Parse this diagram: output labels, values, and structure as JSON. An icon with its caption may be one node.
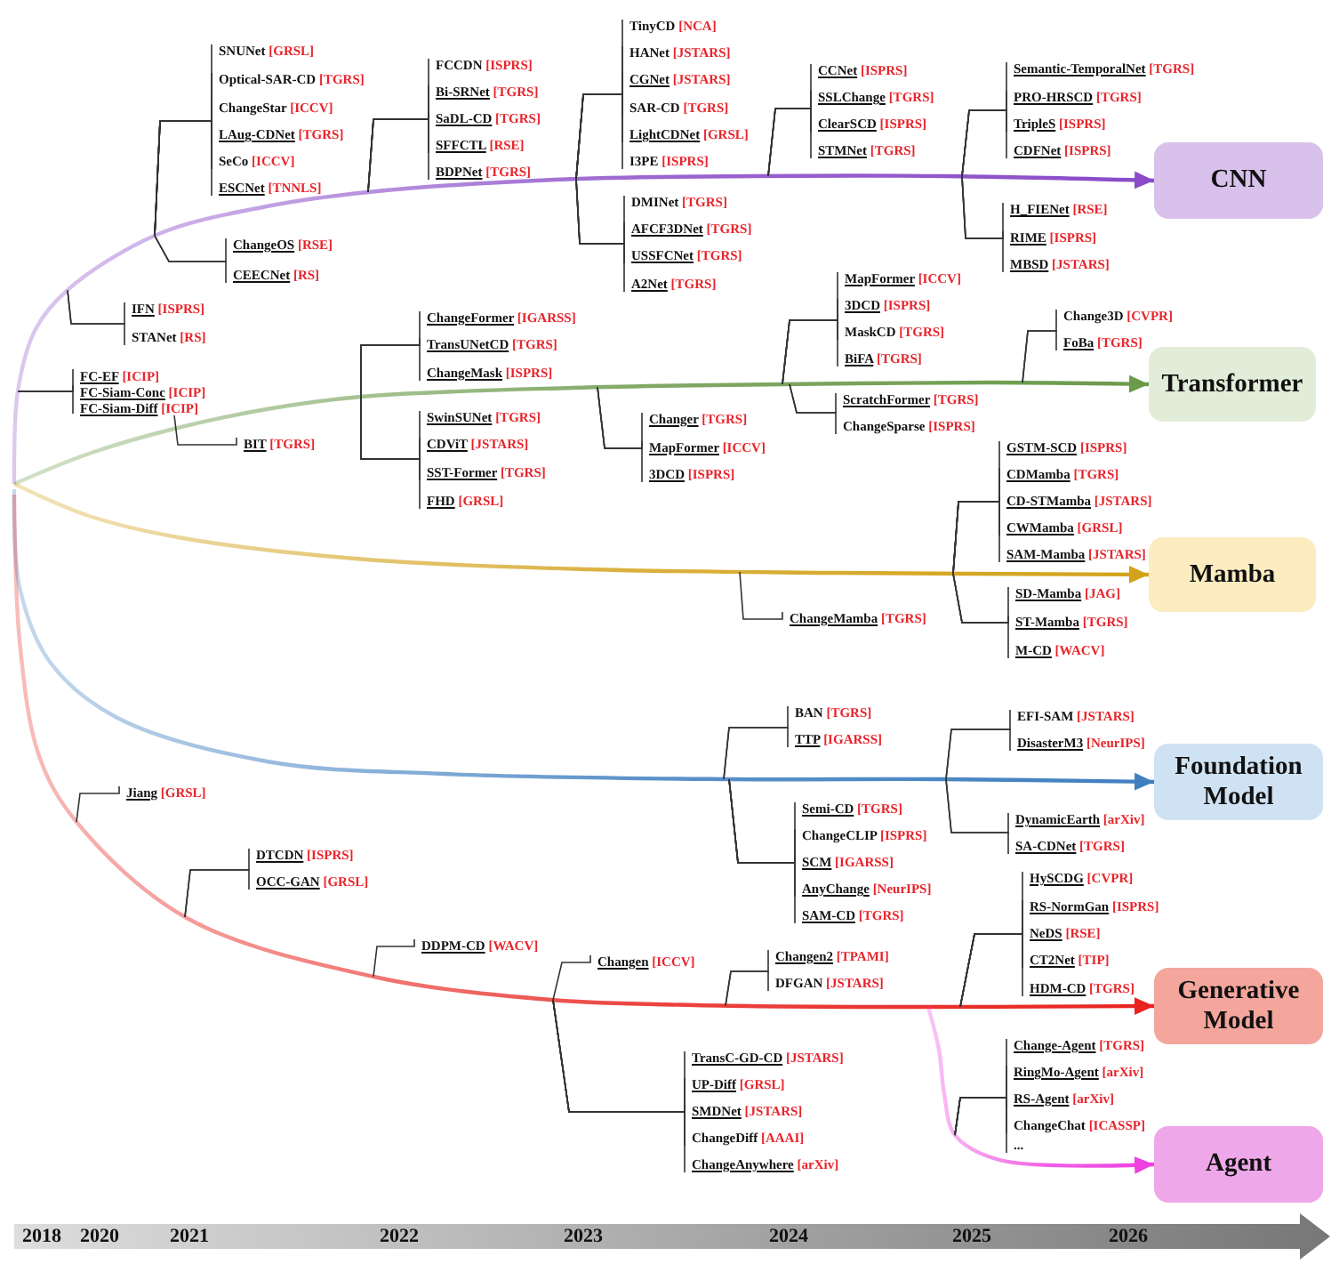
{
  "diagram": {
    "nodes": [
      {
        "text": [
          "CNN"
        ]
      },
      {
        "text": [
          "Transformer"
        ]
      },
      {
        "text": [
          "Mamba"
        ]
      },
      {
        "text": [
          "Foundation Model"
        ]
      },
      {
        "text": [
          "Generative Model"
        ]
      },
      {
        "text": [
          "Agent"
        ]
      },
      {
        "text": [
          "SNUNet",
          "[GRSL]"
        ]
      },
      {
        "text": [
          "Optical-SAR-CD",
          "[TGRS]"
        ]
      },
      {
        "text": [
          "ChangeStar",
          "[ICCV]"
        ]
      },
      {
        "text": [
          "LAug-CDNet",
          "[TGRS]"
        ]
      },
      {
        "text": [
          "SeCo",
          "[ICCV]"
        ]
      },
      {
        "text": [
          "ESCNet",
          "[TNNLS]"
        ]
      },
      {
        "text": [
          "ChangeOS",
          "[RSE]"
        ]
      },
      {
        "text": [
          "CEECNet",
          "[RS]"
        ]
      },
      {
        "text": [
          "IFN",
          "[ISPRS]"
        ]
      },
      {
        "text": [
          "STANet",
          "[RS]"
        ]
      },
      {
        "text": [
          "FC-EF",
          "[ICIP]"
        ]
      },
      {
        "text": [
          "FC-Siam-Conc",
          "[ICIP]"
        ]
      },
      {
        "text": [
          "FC-Siam-Diff",
          "[ICIP]"
        ]
      },
      {
        "text": [
          "BIT",
          "[TGRS]"
        ]
      },
      {
        "text": [
          "FCCDN",
          "[ISPRS]"
        ]
      },
      {
        "text": [
          "Bi-SRNet",
          "[TGRS]"
        ]
      },
      {
        "text": [
          "SaDL-CD",
          "[TGRS]"
        ]
      },
      {
        "text": [
          "SFFCTL",
          "[RSE]"
        ]
      },
      {
        "text": [
          "BDPNet",
          "[TGRS]"
        ]
      },
      {
        "text": [
          "ChangeFormer",
          "[IGARSS]"
        ]
      },
      {
        "text": [
          "TransUNetCD",
          "[TGRS]"
        ]
      },
      {
        "text": [
          "ChangeMask",
          "[ISPRS]"
        ]
      },
      {
        "text": [
          "SwinSUNet",
          "[TGRS]"
        ]
      },
      {
        "text": [
          "CDViT",
          "[JSTARS]"
        ]
      },
      {
        "text": [
          "SST-Former",
          "[TGRS]"
        ]
      },
      {
        "text": [
          "FHD",
          "[GRSL]"
        ]
      },
      {
        "text": [
          "TinyCD",
          "[NCA]"
        ]
      },
      {
        "text": [
          "HANet",
          "[JSTARS]"
        ]
      },
      {
        "text": [
          "CGNet",
          "[JSTARS]"
        ]
      },
      {
        "text": [
          "SAR-CD",
          "[TGRS]"
        ]
      },
      {
        "text": [
          "LightCDNet",
          "[GRSL]"
        ]
      },
      {
        "text": [
          "I3PE",
          "[ISPRS]"
        ]
      },
      {
        "text": [
          "DMINet",
          "[TGRS]"
        ]
      },
      {
        "text": [
          "AFCF3DNet",
          "[TGRS]"
        ]
      },
      {
        "text": [
          "USSFCNet",
          "[TGRS]"
        ]
      },
      {
        "text": [
          "A2Net",
          "[TGRS]"
        ]
      },
      {
        "text": [
          "Changer",
          "[TGRS]"
        ]
      },
      {
        "text": [
          "MapFormer",
          "[ICCV]"
        ]
      },
      {
        "text": [
          "3DCD",
          "[ISPRS]"
        ]
      },
      {
        "text": [
          "CCNet",
          "[ISPRS]"
        ]
      },
      {
        "text": [
          "SSLChange",
          "[TGRS]"
        ]
      },
      {
        "text": [
          "ClearSCD",
          "[ISPRS]"
        ]
      },
      {
        "text": [
          "STMNet",
          "[TGRS]"
        ]
      },
      {
        "text": [
          "MapFormer",
          "[ICCV]"
        ]
      },
      {
        "text": [
          "3DCD",
          "[ISPRS]"
        ]
      },
      {
        "text": [
          "MaskCD",
          "[TGRS]"
        ]
      },
      {
        "text": [
          "BiFA",
          "[TGRS]"
        ]
      },
      {
        "text": [
          "ScratchFormer",
          "[TGRS]"
        ]
      },
      {
        "text": [
          "ChangeSparse",
          "[ISPRS]"
        ]
      },
      {
        "text": [
          "Semantic-TemporalNet",
          "[TGRS]"
        ]
      },
      {
        "text": [
          "PRO-HRSCD",
          "[TGRS]"
        ]
      },
      {
        "text": [
          "TripleS",
          "[ISPRS]"
        ]
      },
      {
        "text": [
          "CDFNet",
          "[ISPRS]"
        ]
      },
      {
        "text": [
          "H_FIENet",
          "[RSE]"
        ]
      },
      {
        "text": [
          "RIME",
          "[ISPRS]"
        ]
      },
      {
        "text": [
          "MBSD",
          "[JSTARS]"
        ]
      },
      {
        "text": [
          "Change3D",
          "[CVPR]"
        ]
      },
      {
        "text": [
          "FoBa",
          "[TGRS]"
        ]
      },
      {
        "text": [
          "ChangeMamba",
          "[TGRS]"
        ]
      },
      {
        "text": [
          "GSTM-SCD",
          "[ISPRS]"
        ]
      },
      {
        "text": [
          "CDMamba",
          "[TGRS]"
        ]
      },
      {
        "text": [
          "CD-STMamba",
          "[JSTARS]"
        ]
      },
      {
        "text": [
          "CWMamba",
          "[GRSL]"
        ]
      },
      {
        "text": [
          "SAM-Mamba",
          "[JSTARS]"
        ]
      },
      {
        "text": [
          "SD-Mamba",
          "[JAG]"
        ]
      },
      {
        "text": [
          "ST-Mamba",
          "[TGRS]"
        ]
      },
      {
        "text": [
          "M-CD",
          "[WACV]"
        ]
      },
      {
        "text": [
          "BAN",
          "[TGRS]"
        ]
      },
      {
        "text": [
          "TTP",
          "[IGARSS]"
        ]
      },
      {
        "text": [
          "Semi-CD",
          "[TGRS]"
        ]
      },
      {
        "text": [
          "ChangeCLIP",
          "[ISPRS]"
        ]
      },
      {
        "text": [
          "SCM",
          "[IGARSS]"
        ]
      },
      {
        "text": [
          "AnyChange",
          "[NeurIPS]"
        ]
      },
      {
        "text": [
          "SAM-CD",
          "[TGRS]"
        ]
      },
      {
        "text": [
          "EFI-SAM",
          "[JSTARS]"
        ]
      },
      {
        "text": [
          "DisasterM3",
          "[NeurIPS]"
        ]
      },
      {
        "text": [
          "DynamicEarth",
          "[arXiv]"
        ]
      },
      {
        "text": [
          "SA-CDNet",
          "[TGRS]"
        ]
      },
      {
        "text": [
          "Jiang",
          "[GRSL]"
        ]
      },
      {
        "text": [
          "DTCDN",
          "[ISPRS]"
        ]
      },
      {
        "text": [
          "OCC-GAN",
          "[GRSL]"
        ]
      },
      {
        "text": [
          "DDPM-CD",
          "[WACV]"
        ]
      },
      {
        "text": [
          "Changen",
          "[ICCV]"
        ]
      },
      {
        "text": [
          "TransC-GD-CD",
          "[JSTARS]"
        ]
      },
      {
        "text": [
          "UP-Diff",
          "[GRSL]"
        ]
      },
      {
        "text": [
          "SMDNet",
          "[JSTARS]"
        ]
      },
      {
        "text": [
          "ChangeDiff",
          "[AAAI]"
        ]
      },
      {
        "text": [
          "ChangeAnywhere",
          "[arXiv]"
        ]
      },
      {
        "text": [
          "Changen2",
          "[TPAMI]"
        ]
      },
      {
        "text": [
          "DFGAN",
          "[JSTARS]"
        ]
      },
      {
        "text": [
          "HySCDG",
          "[CVPR]"
        ]
      },
      {
        "text": [
          "RS-NormGan",
          "[ISPRS]"
        ]
      },
      {
        "text": [
          "NeDS",
          "[RSE]"
        ]
      },
      {
        "text": [
          "CT2Net",
          "[TIP]"
        ]
      },
      {
        "text": [
          "HDM-CD",
          "[TGRS]"
        ]
      },
      {
        "text": [
          "Change-Agent",
          "[TGRS]"
        ]
      },
      {
        "text": [
          "RingMo-Agent",
          "[arXiv]"
        ]
      },
      {
        "text": [
          "RS-Agent",
          "[arXiv]"
        ]
      },
      {
        "text": [
          "ChangeChat",
          "[ICASSP]"
        ]
      },
      {
        "text": [
          "..."
        ]
      }
    ],
    "edges": [
      {
        "from": null,
        "to": 0,
        "arrow": "to",
        "style": "thick",
        "color": "#8a4bc8"
      },
      {
        "from": null,
        "to": 1,
        "arrow": "to",
        "style": "thick",
        "color": "#6b9a4b"
      },
      {
        "from": null,
        "to": 2,
        "arrow": "to",
        "style": "thick",
        "color": "#d3a21a"
      },
      {
        "from": null,
        "to": 3,
        "arrow": "to",
        "style": "thick",
        "color": "#3f7fc0"
      },
      {
        "from": null,
        "to": 4,
        "arrow": "to",
        "style": "thick",
        "color": "#e8231f"
      },
      {
        "from": null,
        "to": 5,
        "arrow": "to",
        "style": "thick",
        "color": "#ee3fe0"
      },
      {
        "from": null,
        "to": 6,
        "arrow": "none"
      },
      {
        "from": null,
        "to": 7,
        "arrow": "none"
      },
      {
        "from": null,
        "to": 8,
        "arrow": "none"
      },
      {
        "from": null,
        "to": 9,
        "arrow": "none"
      },
      {
        "from": null,
        "to": 10,
        "arrow": "none"
      },
      {
        "from": null,
        "to": 11,
        "arrow": "none"
      },
      {
        "from": null,
        "to": 12,
        "arrow": "none"
      },
      {
        "from": null,
        "to": 13,
        "arrow": "none"
      },
      {
        "from": null,
        "to": 14,
        "arrow": "none"
      },
      {
        "from": null,
        "to": 15,
        "arrow": "none"
      },
      {
        "from": null,
        "to": 16,
        "arrow": "none"
      },
      {
        "from": null,
        "to": 17,
        "arrow": "none"
      },
      {
        "from": null,
        "to": 18,
        "arrow": "none"
      },
      {
        "from": 18,
        "to": 19,
        "arrow": "none"
      },
      {
        "from": null,
        "to": 20,
        "arrow": "none"
      },
      {
        "from": null,
        "to": 21,
        "arrow": "none"
      },
      {
        "from": null,
        "to": 22,
        "arrow": "none"
      },
      {
        "from": null,
        "to": 23,
        "arrow": "none"
      },
      {
        "from": null,
        "to": 24,
        "arrow": "none"
      },
      {
        "from": null,
        "to": 25,
        "arrow": "none"
      },
      {
        "from": null,
        "to": 26,
        "arrow": "none"
      },
      {
        "from": null,
        "to": 27,
        "arrow": "none"
      },
      {
        "from": null,
        "to": 28,
        "arrow": "none"
      },
      {
        "from": null,
        "to": 29,
        "arrow": "none"
      },
      {
        "from": null,
        "to": 30,
        "arrow": "none"
      },
      {
        "from": null,
        "to": 31,
        "arrow": "none"
      },
      {
        "from": null,
        "to": 32,
        "arrow": "none"
      },
      {
        "from": null,
        "to": 33,
        "arrow": "none"
      },
      {
        "from": null,
        "to": 34,
        "arrow": "none"
      },
      {
        "from": null,
        "to": 35,
        "arrow": "none"
      },
      {
        "from": null,
        "to": 36,
        "arrow": "none"
      },
      {
        "from": null,
        "to": 37,
        "arrow": "none"
      },
      {
        "from": null,
        "to": 38,
        "arrow": "none"
      },
      {
        "from": null,
        "to": 39,
        "arrow": "none"
      },
      {
        "from": null,
        "to": 40,
        "arrow": "none"
      },
      {
        "from": null,
        "to": 41,
        "arrow": "none"
      },
      {
        "from": null,
        "to": 42,
        "arrow": "none"
      },
      {
        "from": null,
        "to": 43,
        "arrow": "none"
      },
      {
        "from": null,
        "to": 44,
        "arrow": "none"
      },
      {
        "from": null,
        "to": 45,
        "arrow": "none"
      },
      {
        "from": null,
        "to": 46,
        "arrow": "none"
      },
      {
        "from": null,
        "to": 47,
        "arrow": "none"
      },
      {
        "from": null,
        "to": 48,
        "arrow": "none"
      },
      {
        "from": null,
        "to": 49,
        "arrow": "none"
      },
      {
        "from": null,
        "to": 50,
        "arrow": "none"
      },
      {
        "from": null,
        "to": 51,
        "arrow": "none"
      },
      {
        "from": null,
        "to": 52,
        "arrow": "none"
      },
      {
        "from": null,
        "to": 53,
        "arrow": "none"
      },
      {
        "from": null,
        "to": 54,
        "arrow": "none"
      },
      {
        "from": null,
        "to": 55,
        "arrow": "none"
      },
      {
        "from": null,
        "to": 56,
        "arrow": "none"
      },
      {
        "from": null,
        "to": 57,
        "arrow": "none"
      },
      {
        "from": null,
        "to": 58,
        "arrow": "none"
      },
      {
        "from": null,
        "to": 59,
        "arrow": "none"
      },
      {
        "from": null,
        "to": 60,
        "arrow": "none"
      },
      {
        "from": null,
        "to": 61,
        "arrow": "none"
      },
      {
        "from": null,
        "to": 62,
        "arrow": "none"
      },
      {
        "from": null,
        "to": 63,
        "arrow": "none"
      },
      {
        "from": null,
        "to": 64,
        "arrow": "none"
      },
      {
        "from": null,
        "to": 65,
        "arrow": "none"
      },
      {
        "from": null,
        "to": 66,
        "arrow": "none"
      },
      {
        "from": null,
        "to": 67,
        "arrow": "none"
      },
      {
        "from": null,
        "to": 68,
        "arrow": "none"
      },
      {
        "from": null,
        "to": 69,
        "arrow": "none"
      },
      {
        "from": null,
        "to": 70,
        "arrow": "none"
      },
      {
        "from": null,
        "to": 71,
        "arrow": "none"
      },
      {
        "from": null,
        "to": 72,
        "arrow": "none"
      },
      {
        "from": null,
        "to": 73,
        "arrow": "none"
      },
      {
        "from": null,
        "to": 74,
        "arrow": "none"
      },
      {
        "from": null,
        "to": 75,
        "arrow": "none"
      },
      {
        "from": null,
        "to": 76,
        "arrow": "none"
      },
      {
        "from": null,
        "to": 77,
        "arrow": "none"
      },
      {
        "from": null,
        "to": 78,
        "arrow": "none"
      },
      {
        "from": null,
        "to": 79,
        "arrow": "none"
      },
      {
        "from": null,
        "to": 80,
        "arrow": "none"
      },
      {
        "from": null,
        "to": 81,
        "arrow": "none"
      },
      {
        "from": null,
        "to": 82,
        "arrow": "none"
      },
      {
        "from": null,
        "to": 83,
        "arrow": "none"
      },
      {
        "from": null,
        "to": 84,
        "arrow": "none"
      },
      {
        "from": null,
        "to": 85,
        "arrow": "none"
      },
      {
        "from": null,
        "to": 86,
        "arrow": "none"
      },
      {
        "from": null,
        "to": 87,
        "arrow": "none"
      },
      {
        "from": null,
        "to": 88,
        "arrow": "none"
      },
      {
        "from": null,
        "to": 89,
        "arrow": "none"
      },
      {
        "from": null,
        "to": 90,
        "arrow": "none"
      },
      {
        "from": null,
        "to": 91,
        "arrow": "none"
      },
      {
        "from": null,
        "to": 92,
        "arrow": "none"
      },
      {
        "from": null,
        "to": 93,
        "arrow": "none"
      },
      {
        "from": null,
        "to": 94,
        "arrow": "none"
      },
      {
        "from": null,
        "to": 95,
        "arrow": "none"
      },
      {
        "from": null,
        "to": 96,
        "arrow": "none"
      },
      {
        "from": null,
        "to": 97,
        "arrow": "none"
      },
      {
        "from": null,
        "to": 98,
        "arrow": "none"
      },
      {
        "from": null,
        "to": 99,
        "arrow": "none"
      },
      {
        "from": null,
        "to": 100,
        "arrow": "none"
      },
      {
        "from": null,
        "to": 101,
        "arrow": "none"
      },
      {
        "from": null,
        "to": 102,
        "arrow": "none"
      },
      {
        "from": null,
        "to": 103,
        "arrow": "none"
      },
      {
        "from": null,
        "to": 104,
        "arrow": "none"
      },
      {
        "from": null,
        "to": 105,
        "arrow": "none"
      }
    ],
    "labels": [
      "2018",
      "2020",
      "2021",
      "2022",
      "2023",
      "2024",
      "2025",
      "2026"
    ]
  }
}
